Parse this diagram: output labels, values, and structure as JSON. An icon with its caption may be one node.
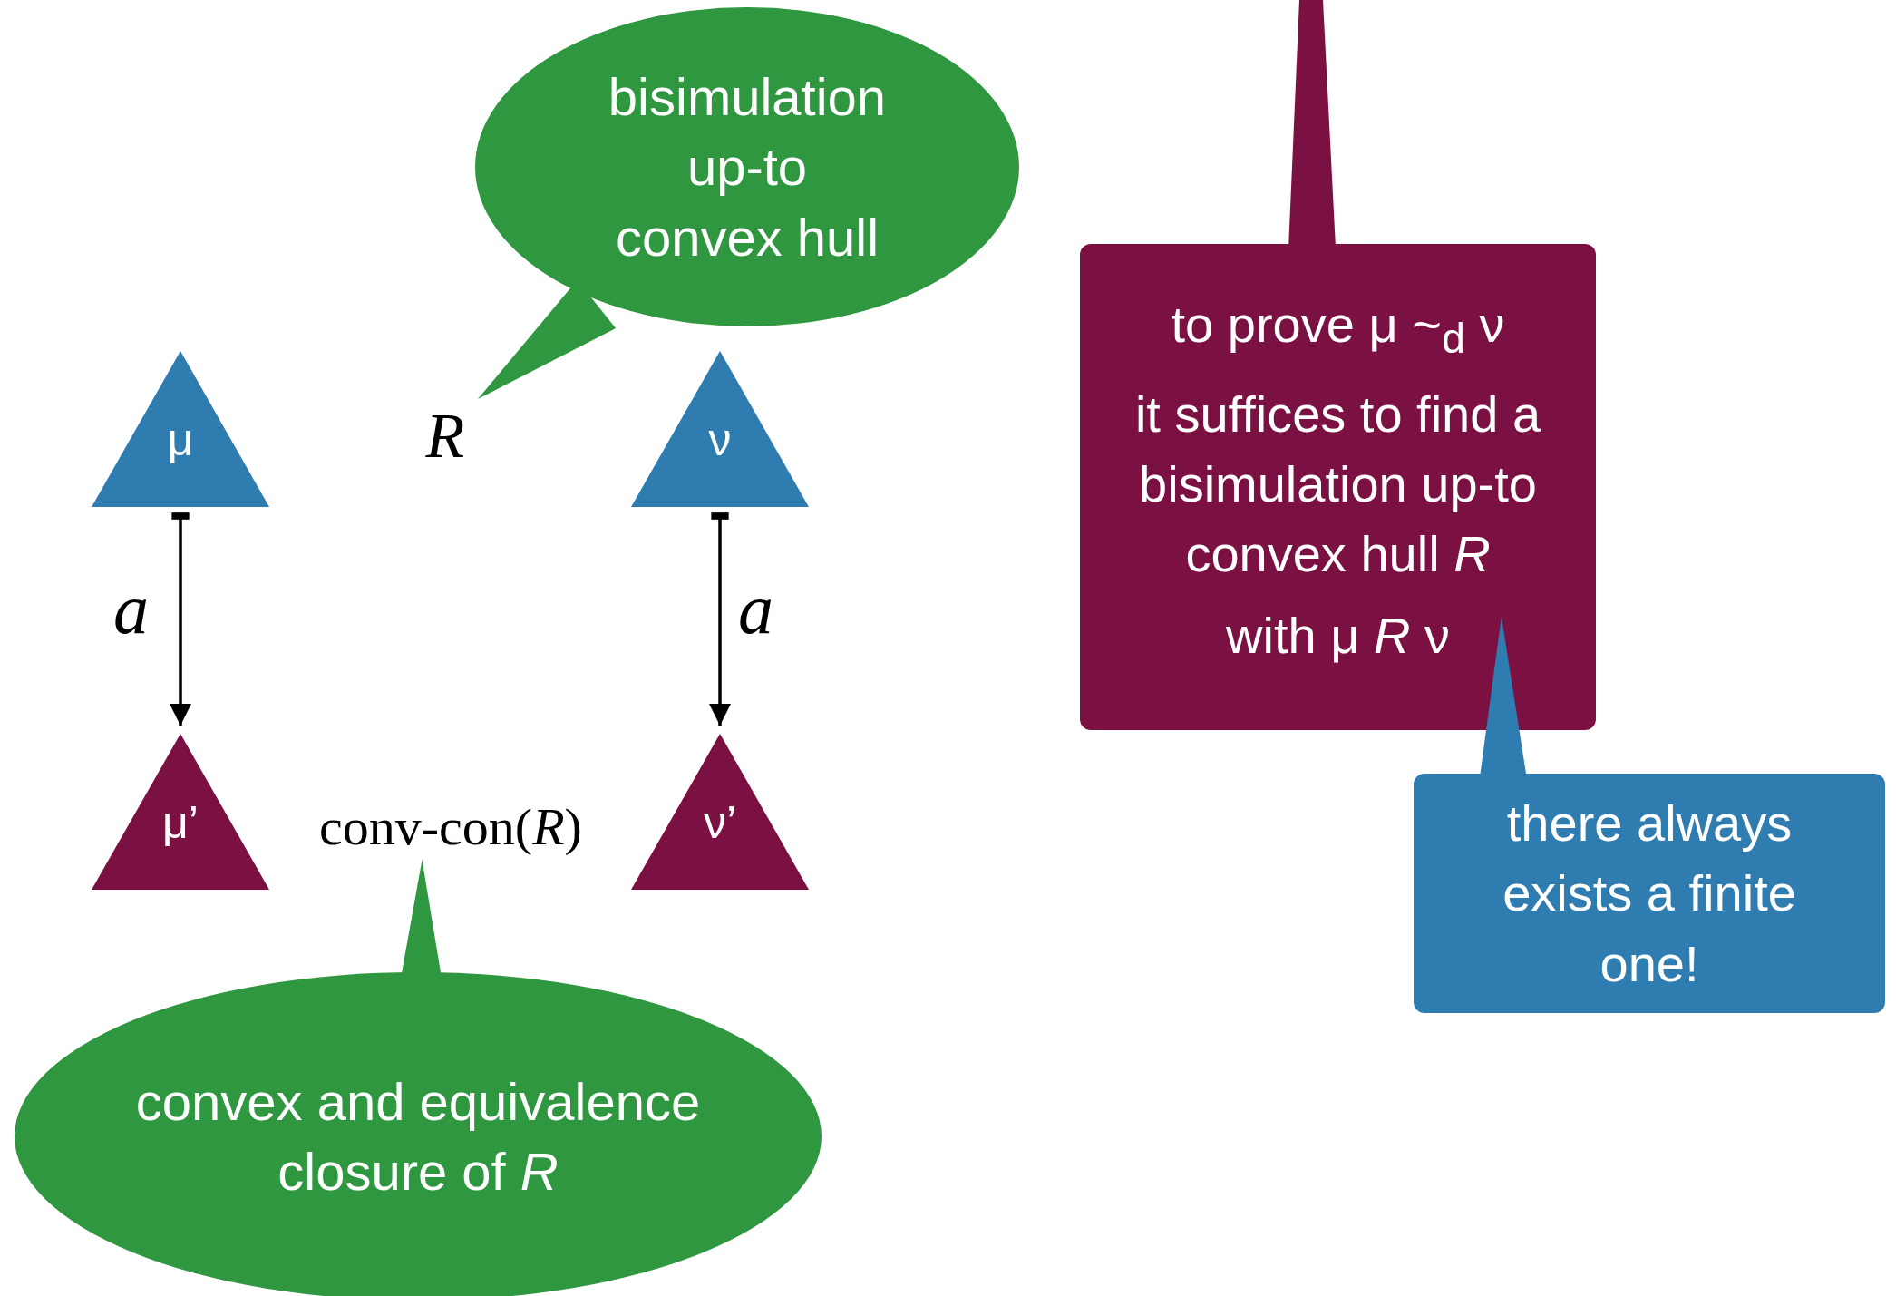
{
  "diagram": {
    "nodes": [
      {
        "text": [
          "bisimulation up-to convex hull"
        ]
      },
      {
        "text": [
          "μ"
        ]
      },
      {
        "text": [
          "R"
        ]
      },
      {
        "text": [
          "ν"
        ]
      },
      {
        "text": [
          "μ’"
        ]
      },
      {
        "text": [
          "conv-con(*R*)"
        ]
      },
      {
        "text": [
          "ν’"
        ]
      },
      {
        "text": [
          "convex and equivalence closure of *R*"
        ]
      },
      {
        "text": [
          "to prove μ ~$_{d}$ ν",
          "it suffices to find a bisimulation up-to convex hull *R*",
          "with μ *R* ν"
        ]
      },
      {
        "text": [
          "there always exists a finite one!"
        ]
      }
    ],
    "edges": [
      {
        "from": 0,
        "to": 2,
        "arrow": "none",
        "style": "thick",
        "color": "#2e9740"
      },
      {
        "from": 1,
        "to": 4,
        "arrow": "to",
        "label": "a"
      },
      {
        "from": 3,
        "to": 6,
        "arrow": "to",
        "label": "a"
      },
      {
        "from": 7,
        "to": 5,
        "arrow": "none",
        "style": "thick",
        "color": "#2e9740"
      },
      {
        "from": 8,
        "to": null,
        "arrow": "none",
        "style": "thick",
        "color": "#7b1042"
      },
      {
        "from": 9,
        "to": 8,
        "arrow": "none",
        "style": "thick",
        "color": "#2f7db0"
      }
    ]
  }
}
